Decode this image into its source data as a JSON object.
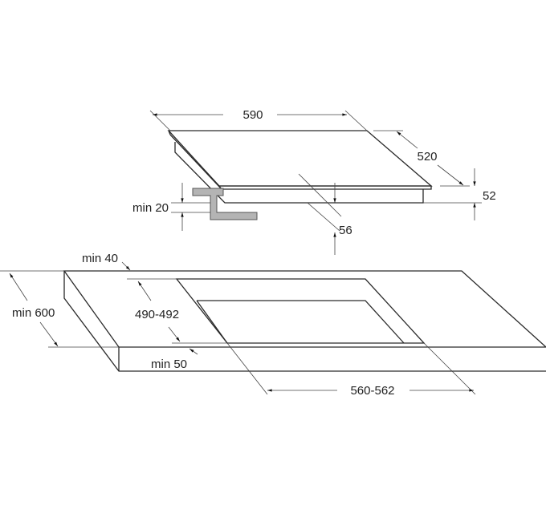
{
  "labels": {
    "hob_width": "590",
    "hob_depth": "520",
    "hob_height": "52",
    "min_20": "min 20",
    "depth_56": "56",
    "min_40": "min 40",
    "min_600": "min 600",
    "cutout_depth": "490-492",
    "min_50": "min 50",
    "cutout_width": "560-562"
  },
  "colors": {
    "line": "#2a2a2a",
    "bracket": "#b4b4b4"
  }
}
